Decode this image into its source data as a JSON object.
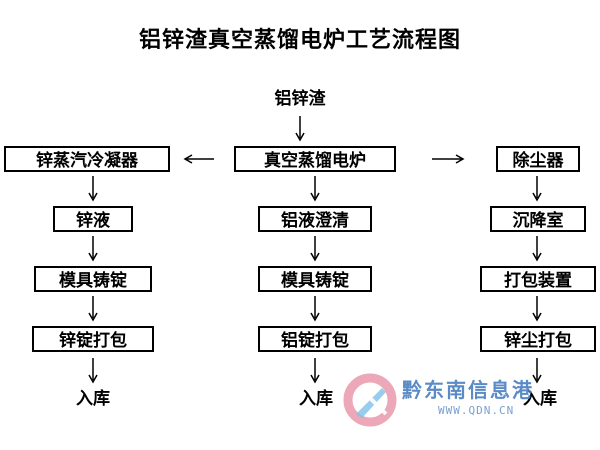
{
  "title": "铝锌渣真空蒸馏电炉工艺流程图",
  "top_input": "铝锌渣",
  "center": {
    "furnace": "真空蒸馏电炉",
    "steps": [
      "铝液澄清",
      "模具铸锭",
      "铝锭打包"
    ],
    "end": "入库"
  },
  "left": {
    "condenser": "锌蒸汽冷凝器",
    "steps": [
      "锌液",
      "模具铸锭",
      "锌锭打包"
    ],
    "end": "入库"
  },
  "right": {
    "dust_remover": "除尘器",
    "steps": [
      "沉降室",
      "打包装置",
      "锌尘打包"
    ],
    "end": "入库"
  },
  "watermark": {
    "text": "黔东南信息港",
    "domain": "WWW.QDN.CN"
  }
}
